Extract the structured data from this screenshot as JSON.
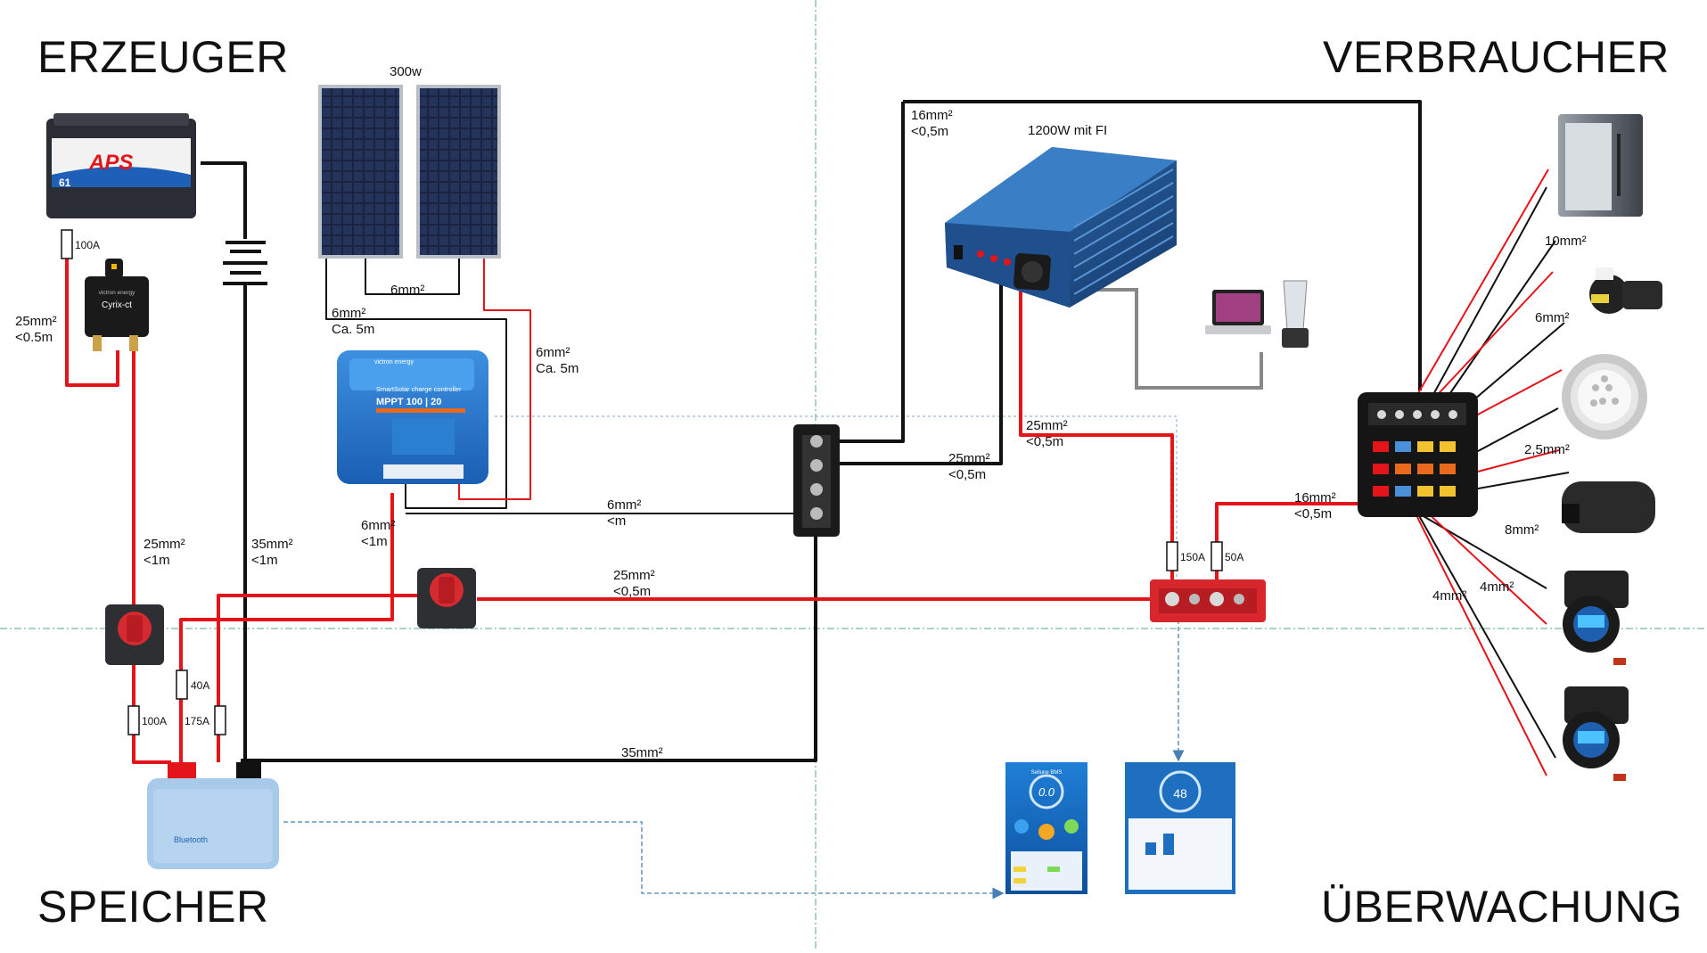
{
  "sections": {
    "producers": "ERZEUGER",
    "consumers": "VERBRAUCHER",
    "storage": "SPEICHER",
    "monitoring": "ÜBERWACHUNG"
  },
  "components": {
    "starter_battery_brand": "APS",
    "starter_battery_number": "61",
    "b2b_brand": "victron energy",
    "b2b_name": "Cyrix-ct",
    "solar_power": "300w",
    "mppt_brand": "victron energy",
    "mppt_title": "SmartSolar charge controller",
    "mppt_model": "MPPT 100 | 20",
    "inverter_power": "1200W mit FI",
    "lifepo_label": "Bluetooth",
    "app1_title": "Sellune BMS",
    "app1_value": "0.0",
    "app2_value": "48"
  },
  "cables": {
    "starter_to_b2b": "25mm²\n<0.5m",
    "b2b_to_switch": "25mm²\n<1m",
    "negative_main": "35mm²\n<1m",
    "panels_series": "6mm²",
    "panel_neg": "6mm²\nCa. 5m",
    "panel_pos": "6mm²\nCa. 5m",
    "mppt_pos": "6mm²\n<1m",
    "mppt_neg": "6mm²\n<m",
    "switch_to_busbar": "25mm²\n<0,5m",
    "inverter_supply": "16mm²\n<0,5m",
    "inverter_neg": "25mm²\n<0,5m",
    "inverter_pos": "25mm²\n<0,5m",
    "fusebox_supply": "16mm²\n<0,5m",
    "neg_return": "35mm²",
    "fridge": "10mm²",
    "pump": "6mm²",
    "light": "2,5mm²",
    "heater": "8mm²",
    "usb1": "4mm²",
    "usb2": "4mm²"
  },
  "fuses": {
    "starter": "100A",
    "battery_pos": "100A",
    "battery_40": "40A",
    "battery_175": "175A",
    "inverter": "150A",
    "fusebox": "50A"
  },
  "colors": {
    "positive": "#e4141b",
    "negative": "#111111",
    "ac": "#888888",
    "signal": "#4a7fb5"
  }
}
